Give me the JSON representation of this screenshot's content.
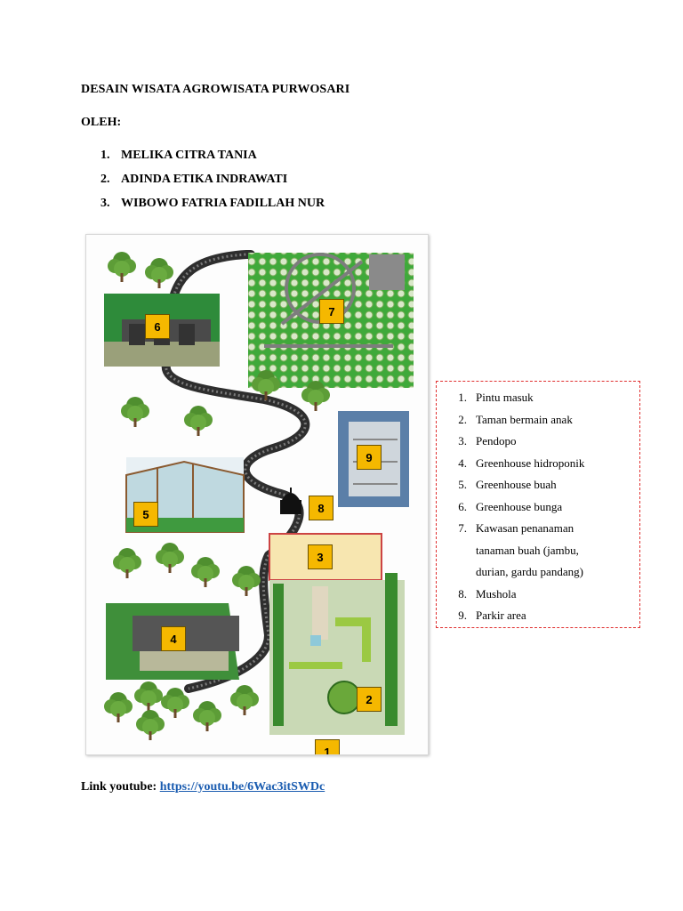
{
  "document": {
    "title": "DESAIN WISATA AGROWISATA PURWOSARI",
    "by_label": "OLEH:",
    "authors": [
      {
        "num": "1.",
        "name": "MELIKA CITRA TANIA"
      },
      {
        "num": "2.",
        "name": "ADINDA ETIKA INDRAWATI"
      },
      {
        "num": "3.",
        "name": "WIBOWO FATRIA FADILLAH NUR"
      }
    ]
  },
  "map": {
    "labels": [
      "1",
      "2",
      "3",
      "4",
      "5",
      "6",
      "7",
      "8",
      "9"
    ],
    "colors": {
      "label_fill": "#f5b800",
      "path": "#3a3a3a",
      "grass": "#3fae3f",
      "tree": "#4c8a2e"
    }
  },
  "legend": {
    "items": [
      {
        "num": "1.",
        "text": "Pintu masuk"
      },
      {
        "num": "2.",
        "text": "Taman bermain anak"
      },
      {
        "num": "3.",
        "text": "Pendopo"
      },
      {
        "num": "4.",
        "text": "Greenhouse hidroponik"
      },
      {
        "num": "5.",
        "text": "Greenhouse buah"
      },
      {
        "num": "6.",
        "text": "Greenhouse bunga"
      },
      {
        "num": "7.",
        "text": "Kawasan penanaman"
      },
      {
        "num": "",
        "text": "tanaman buah (jambu,"
      },
      {
        "num": "",
        "text": "durian, gardu pandang)"
      },
      {
        "num": "8.",
        "text": "Mushola"
      },
      {
        "num": "9.",
        "text": "Parkir area"
      }
    ],
    "border_color": "#e03030"
  },
  "footer": {
    "link_label": "Link youtube:",
    "link_url": "https://youtu.be/6Wac3itSWDc"
  }
}
